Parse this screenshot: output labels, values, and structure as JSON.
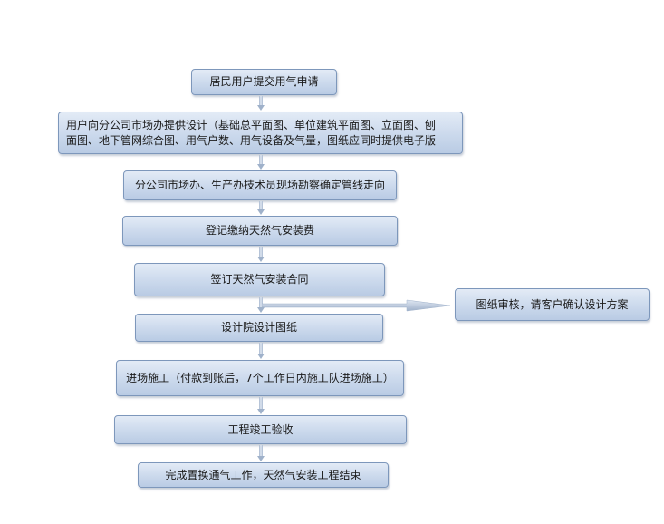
{
  "flow": {
    "step1": "居民用户提交用气申请",
    "step2": {
      "line1": "用户向分公司市场办提供设计（基础总平面图、单位建筑平面图、立面图、刨",
      "line2": "面图、地下管网综合图、用气户数、用气设备及气量，图纸应同时提供电子版"
    },
    "step3": "分公司市场办、生产办技术员现场勘察确定管线走向",
    "step4": "登记缴纳天然气安装费",
    "step5": "签订天然气安装合同",
    "side_step": "图纸审核，请客户确认设计方案",
    "step6": "设计院设计图纸",
    "step7": "进场施工（付款到账后，7个工作日内施工队进场施工）",
    "step8": "工程竣工验收",
    "step9": "完成置换通气工作，天然气安装工程结束"
  },
  "colors": {
    "box_fill_top": "#e3ebf6",
    "box_fill_bottom": "#b9cbe4",
    "box_border": "#7d97bb",
    "arrow": "#a8b8cf"
  }
}
